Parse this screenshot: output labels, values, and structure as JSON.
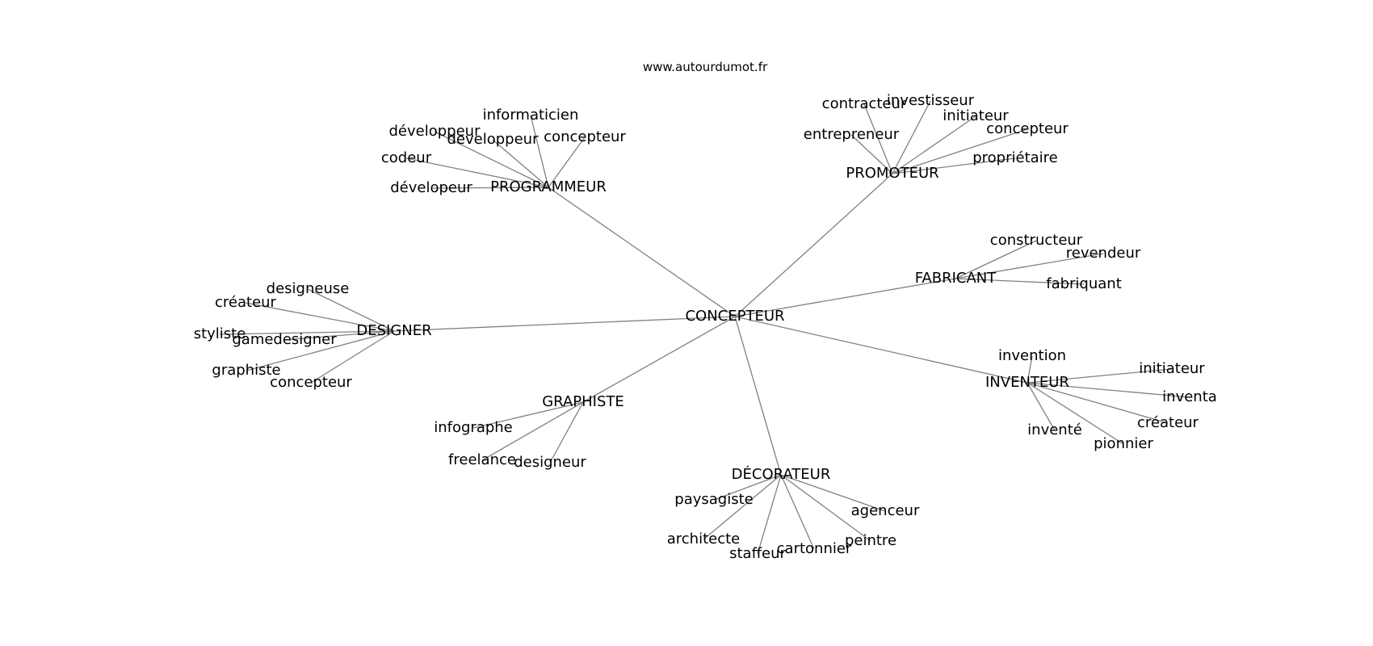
{
  "title": "www.autourdumot.fr",
  "colors": {
    "edge": "#808080",
    "text": "#000000",
    "background": "#ffffff"
  },
  "nodes": [
    {
      "id": "concepteur",
      "label": "CONCEPTEUR"
    },
    {
      "id": "programmeur",
      "label": "PROGRAMMEUR"
    },
    {
      "id": "promoteur",
      "label": "PROMOTEUR"
    },
    {
      "id": "fabricant",
      "label": "FABRICANT"
    },
    {
      "id": "designer",
      "label": "DESIGNER"
    },
    {
      "id": "inventeur",
      "label": "INVENTEUR"
    },
    {
      "id": "graphiste",
      "label": "GRAPHISTE"
    },
    {
      "id": "decorateur",
      "label": "DÉCORATEUR"
    },
    {
      "id": "prog-informaticien",
      "label": "informaticien"
    },
    {
      "id": "prog-developpeur-1",
      "label": "développeur"
    },
    {
      "id": "prog-developpeur-2",
      "label": "developpeur"
    },
    {
      "id": "prog-concepteur",
      "label": "concepteur"
    },
    {
      "id": "prog-codeur",
      "label": "codeur"
    },
    {
      "id": "prog-developeur",
      "label": "dévelopeur"
    },
    {
      "id": "prom-contracteur",
      "label": "contracteur"
    },
    {
      "id": "prom-investisseur",
      "label": "investisseur"
    },
    {
      "id": "prom-initiateur",
      "label": "initiateur"
    },
    {
      "id": "prom-entrepreneur",
      "label": "entrepreneur"
    },
    {
      "id": "prom-concepteur",
      "label": "concepteur"
    },
    {
      "id": "prom-proprietaire",
      "label": "propriétaire"
    },
    {
      "id": "fab-constructeur",
      "label": "constructeur"
    },
    {
      "id": "fab-revendeur",
      "label": "revendeur"
    },
    {
      "id": "fab-fabriquant",
      "label": "fabriquant"
    },
    {
      "id": "des-designeuse",
      "label": "designeuse"
    },
    {
      "id": "des-createur",
      "label": "créateur"
    },
    {
      "id": "des-styliste",
      "label": "styliste"
    },
    {
      "id": "des-gamedesigner",
      "label": "gamedesigner"
    },
    {
      "id": "des-graphiste",
      "label": "graphiste"
    },
    {
      "id": "des-concepteur",
      "label": "concepteur"
    },
    {
      "id": "inv-invention",
      "label": "invention"
    },
    {
      "id": "inv-initiateur",
      "label": "initiateur"
    },
    {
      "id": "inv-inventa",
      "label": "inventa"
    },
    {
      "id": "inv-createur",
      "label": "créateur"
    },
    {
      "id": "inv-invente",
      "label": "inventé"
    },
    {
      "id": "inv-pionnier",
      "label": "pionnier"
    },
    {
      "id": "gra-infographe",
      "label": "infographe"
    },
    {
      "id": "gra-freelance",
      "label": "freelance"
    },
    {
      "id": "gra-designeur",
      "label": "designeur"
    },
    {
      "id": "dec-paysagiste",
      "label": "paysagiste"
    },
    {
      "id": "dec-agenceur",
      "label": "agenceur"
    },
    {
      "id": "dec-architecte",
      "label": "architecte"
    },
    {
      "id": "dec-peintre",
      "label": "peintre"
    },
    {
      "id": "dec-staffeur",
      "label": "staffeur"
    },
    {
      "id": "dec-cartonnier",
      "label": "cartonnier"
    }
  ],
  "edges": [
    [
      "concepteur",
      "programmeur"
    ],
    [
      "concepteur",
      "promoteur"
    ],
    [
      "concepteur",
      "fabricant"
    ],
    [
      "concepteur",
      "designer"
    ],
    [
      "concepteur",
      "inventeur"
    ],
    [
      "concepteur",
      "graphiste"
    ],
    [
      "concepteur",
      "decorateur"
    ],
    [
      "programmeur",
      "prog-informaticien"
    ],
    [
      "programmeur",
      "prog-developpeur-1"
    ],
    [
      "programmeur",
      "prog-developpeur-2"
    ],
    [
      "programmeur",
      "prog-concepteur"
    ],
    [
      "programmeur",
      "prog-codeur"
    ],
    [
      "programmeur",
      "prog-developeur"
    ],
    [
      "promoteur",
      "prom-contracteur"
    ],
    [
      "promoteur",
      "prom-investisseur"
    ],
    [
      "promoteur",
      "prom-initiateur"
    ],
    [
      "promoteur",
      "prom-entrepreneur"
    ],
    [
      "promoteur",
      "prom-concepteur"
    ],
    [
      "promoteur",
      "prom-proprietaire"
    ],
    [
      "fabricant",
      "fab-constructeur"
    ],
    [
      "fabricant",
      "fab-revendeur"
    ],
    [
      "fabricant",
      "fab-fabriquant"
    ],
    [
      "designer",
      "des-designeuse"
    ],
    [
      "designer",
      "des-createur"
    ],
    [
      "designer",
      "des-styliste"
    ],
    [
      "designer",
      "des-gamedesigner"
    ],
    [
      "designer",
      "des-graphiste"
    ],
    [
      "designer",
      "des-concepteur"
    ],
    [
      "inventeur",
      "inv-invention"
    ],
    [
      "inventeur",
      "inv-initiateur"
    ],
    [
      "inventeur",
      "inv-inventa"
    ],
    [
      "inventeur",
      "inv-createur"
    ],
    [
      "inventeur",
      "inv-invente"
    ],
    [
      "inventeur",
      "inv-pionnier"
    ],
    [
      "graphiste",
      "gra-infographe"
    ],
    [
      "graphiste",
      "gra-freelance"
    ],
    [
      "graphiste",
      "gra-designeur"
    ],
    [
      "decorateur",
      "dec-paysagiste"
    ],
    [
      "decorateur",
      "dec-agenceur"
    ],
    [
      "decorateur",
      "dec-architecte"
    ],
    [
      "decorateur",
      "dec-peintre"
    ],
    [
      "decorateur",
      "dec-staffeur"
    ],
    [
      "decorateur",
      "dec-cartonnier"
    ]
  ]
}
